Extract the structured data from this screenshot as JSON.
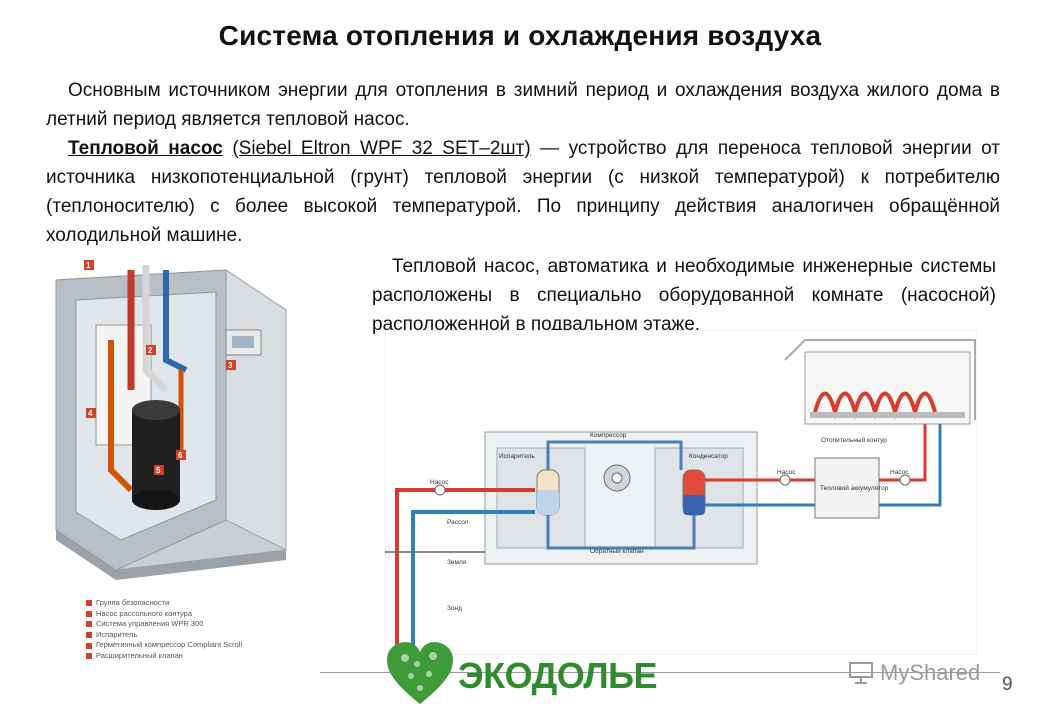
{
  "title": "Система отопления и охлаждения воздуха",
  "para1": "Основным источником энергии для отопления в зимний период и охлаждения воздуха жилого дома в летний период является тепловой насос.",
  "para2": {
    "term": "Тепловой насос",
    "model": "(Siebel Eltron WPF 32 SET–2шт)",
    "rest": " — устройство для переноса тепловой энергии от источника низкопотенциальной (грунт) тепловой энергии (с низкой температурой) к потребителю (теплоносителю) с более высокой температурой. По принципу действия аналогичен обращённой холодильной машине."
  },
  "para3": "Тепловой насос, автоматика и необходимые инженерные системы расположены в специально оборудованной комнате (насосной) расположенной в подвальном этаже.",
  "unit_figure": {
    "callouts": [
      "1",
      "2",
      "3",
      "4",
      "5",
      "6"
    ],
    "legend": [
      "Группа безопасности",
      "Насос рассольного контура",
      "Система управления WPR 300",
      "Испаритель",
      "Герметичный компрессор Compliant Scroll",
      "Расширительный клапан"
    ]
  },
  "diagram": {
    "labels": {
      "compressor": "Компрессор",
      "evaporator": "Испаритель",
      "condenser": "Конденсатор",
      "pump_left": "Насос",
      "brine": "Рассол",
      "check_valve": "Обратный клапан",
      "ground": "Земля",
      "probe": "Зонд",
      "heating_circuit": "Отопительный контур",
      "pump_mid": "Насос",
      "pump_right": "Насос",
      "accumulator": "Тепловой аккумулятор"
    }
  },
  "footer": {
    "brand": "ЭКОДОЛЬЕ",
    "watermark": "MyShared",
    "page": "9"
  },
  "colors": {
    "hot": "#d93a2b",
    "cold": "#2f7fbf",
    "brand_green": "#2e8b2e"
  }
}
